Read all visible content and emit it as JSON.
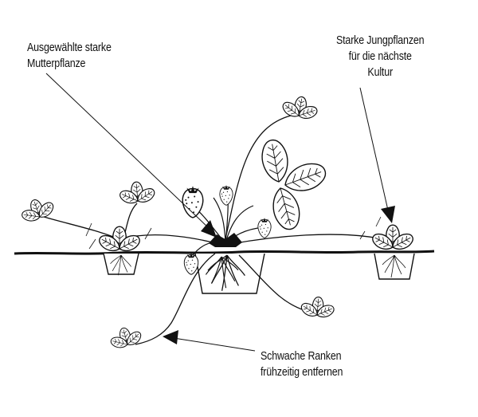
{
  "labels": {
    "mother_plant": {
      "line1": "Ausgewählte starke",
      "line2": "Mutterpflanze"
    },
    "young_plants": {
      "line1": "Starke Jungpflanzen",
      "line2": "für die nächste",
      "line3": "Kultur"
    },
    "weak_runners": {
      "line1": "Schwache Ranken",
      "line2": "frühzeitig entfernen"
    }
  },
  "colors": {
    "ink": "#111111",
    "background": "#ffffff"
  }
}
